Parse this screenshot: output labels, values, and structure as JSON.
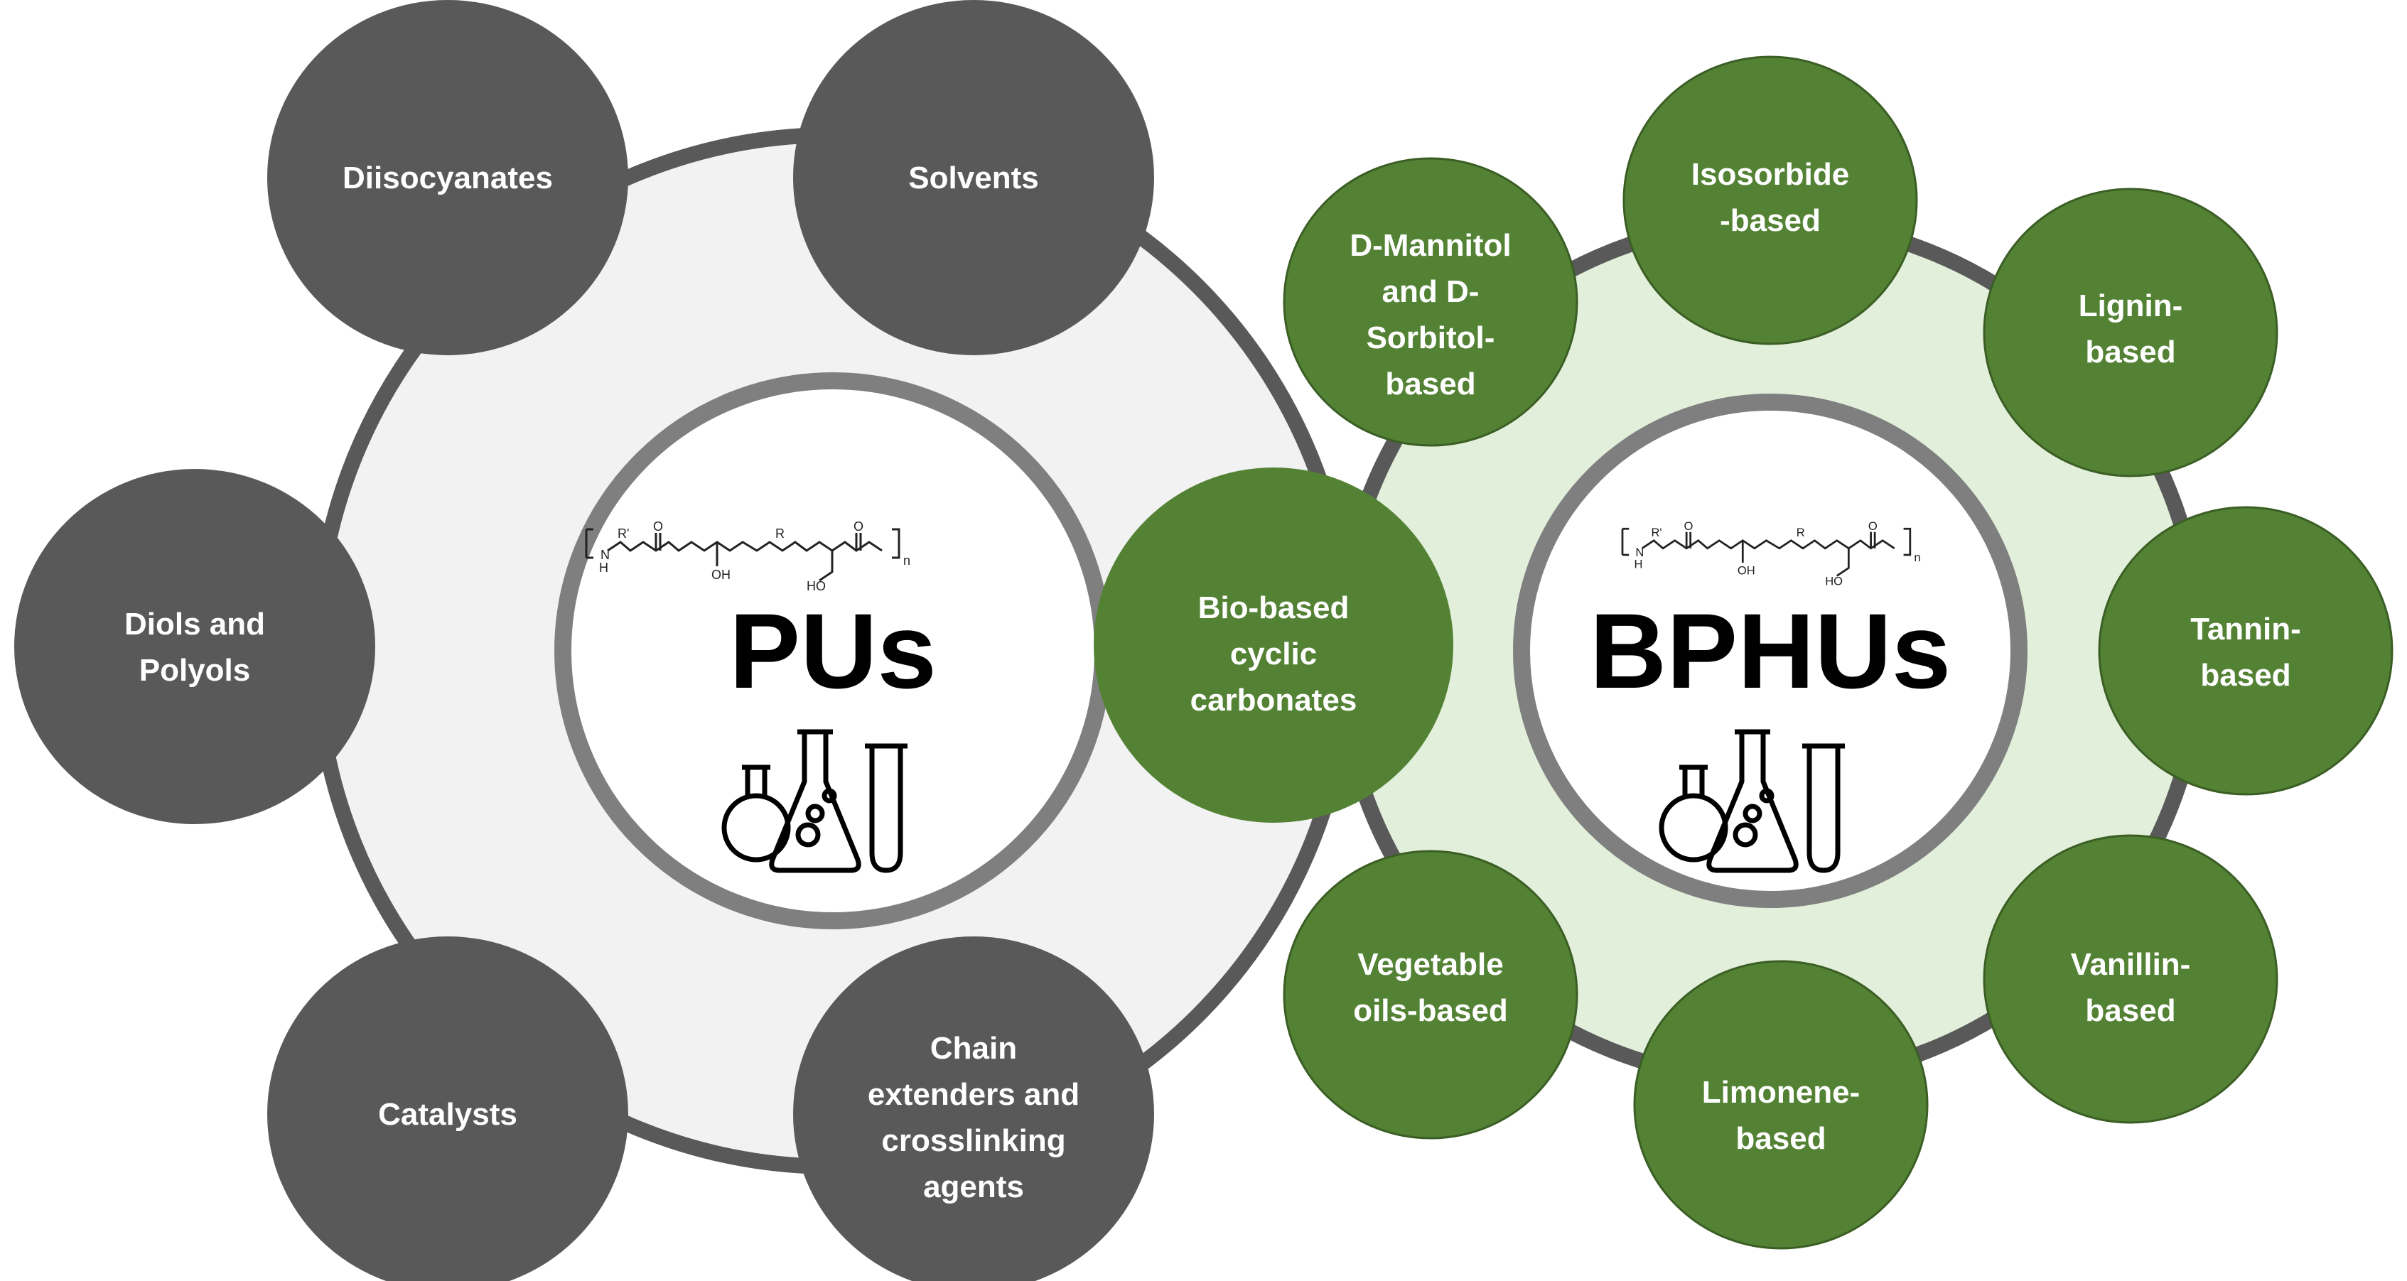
{
  "colors": {
    "dark_node": "#595959",
    "green_node": "#548235",
    "left_bg": "#f2f2f2",
    "right_bg": "#e2efda",
    "ring": "#595959",
    "inner_ring": "#7f7f7f"
  },
  "left": {
    "title": "PUs",
    "nodes": [
      {
        "lines": [
          "Diisocyanates"
        ]
      },
      {
        "lines": [
          "Solvents"
        ]
      },
      {
        "lines": [
          "Diols and",
          "Polyols"
        ]
      },
      {
        "lines": [
          "Catalysts"
        ]
      },
      {
        "lines": [
          "Chain",
          "extenders and",
          "crosslinking",
          "agents"
        ]
      }
    ]
  },
  "bridge": {
    "lines": [
      "Bio-based",
      "cyclic",
      "carbonates"
    ]
  },
  "right": {
    "title": "BPHUs",
    "nodes": [
      {
        "lines": [
          "Isosorbide",
          "-based"
        ]
      },
      {
        "lines": [
          "D-Mannitol",
          "and D-",
          "Sorbitol-",
          "based"
        ]
      },
      {
        "lines": [
          "Lignin-",
          "based"
        ]
      },
      {
        "lines": [
          "Tannin-",
          "based"
        ]
      },
      {
        "lines": [
          "Vanillin-",
          "based"
        ]
      },
      {
        "lines": [
          "Limonene-",
          "based"
        ]
      },
      {
        "lines": [
          "Vegetable",
          "oils-based"
        ]
      }
    ]
  },
  "chem": {
    "r_prime": "R'",
    "r": "R",
    "nh": "N",
    "h": "H",
    "oh": "OH",
    "ho": "HO",
    "o": "O",
    "n": "n"
  },
  "icons": {
    "flask": "lab-glassware-icon"
  }
}
